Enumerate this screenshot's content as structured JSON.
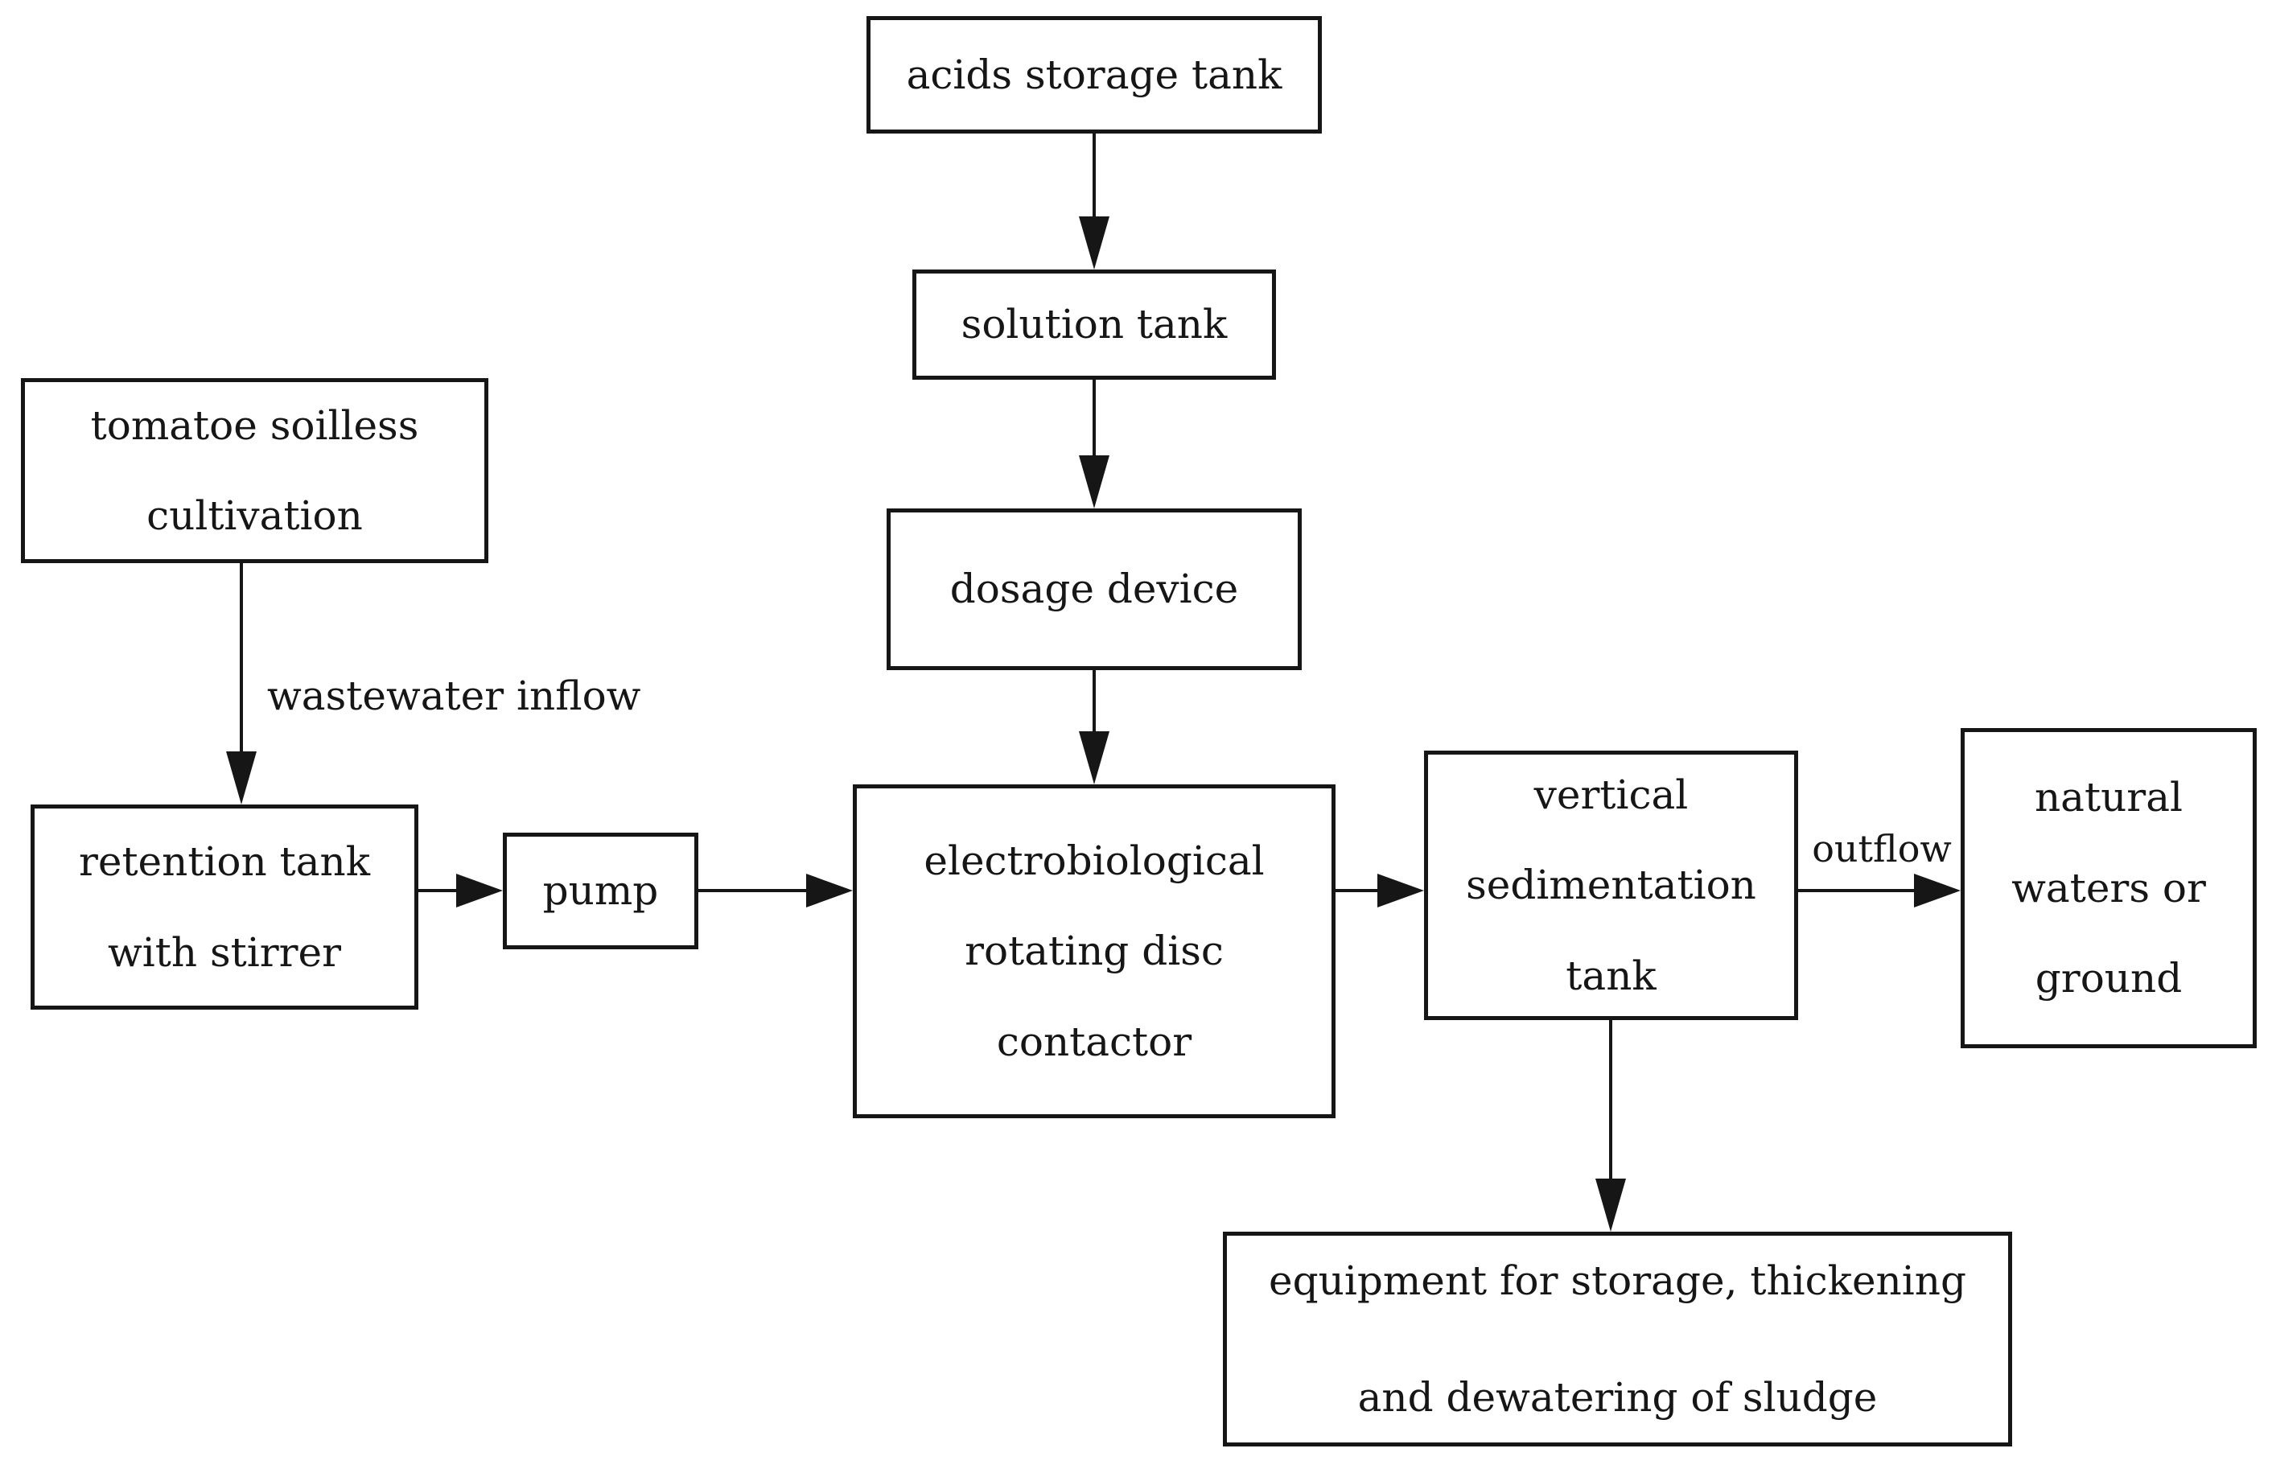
{
  "figure": {
    "type": "flowchart",
    "background_color": "#ffffff",
    "line_color": "#161616",
    "text_color": "#161616",
    "nodes": {
      "acids_storage_tank": {
        "lines": [
          "acids storage tank"
        ]
      },
      "solution_tank": {
        "lines": [
          "solution tank"
        ]
      },
      "dosage_device": {
        "lines": [
          "dosage device"
        ]
      },
      "tomatoe_soilless_cultivation": {
        "lines": [
          "tomatoe soilless",
          "cultivation"
        ]
      },
      "retention_tank_with_stirrer": {
        "lines": [
          "retention tank",
          "with stirrer"
        ]
      },
      "pump": {
        "lines": [
          "pump"
        ]
      },
      "electrobiological_rotating_disc_contactor": {
        "lines": [
          "electrobiological",
          "rotating disc",
          "contactor"
        ]
      },
      "vertical_sedimentation_tank": {
        "lines": [
          "vertical",
          "sedimentation",
          "tank"
        ]
      },
      "natural_waters_or_ground": {
        "lines": [
          "natural",
          "waters or",
          "ground"
        ]
      },
      "equipment_for_sludge": {
        "lines": [
          "equipment for storage, thickening",
          "and dewatering of sludge"
        ]
      }
    },
    "edge_labels": {
      "wastewater_inflow": "wastewater inflow",
      "outflow": "outflow"
    },
    "edges": [
      {
        "from": "acids_storage_tank",
        "to": "solution_tank",
        "direction": "down",
        "label": ""
      },
      {
        "from": "solution_tank",
        "to": "dosage_device",
        "direction": "down",
        "label": ""
      },
      {
        "from": "dosage_device",
        "to": "electrobiological_rotating_disc_contactor",
        "direction": "down",
        "label": ""
      },
      {
        "from": "tomatoe_soilless_cultivation",
        "to": "retention_tank_with_stirrer",
        "direction": "down",
        "label": "wastewater inflow"
      },
      {
        "from": "retention_tank_with_stirrer",
        "to": "pump",
        "direction": "right",
        "label": ""
      },
      {
        "from": "pump",
        "to": "electrobiological_rotating_disc_contactor",
        "direction": "right",
        "label": ""
      },
      {
        "from": "electrobiological_rotating_disc_contactor",
        "to": "vertical_sedimentation_tank",
        "direction": "right",
        "label": ""
      },
      {
        "from": "vertical_sedimentation_tank",
        "to": "natural_waters_or_ground",
        "direction": "right",
        "label": "outflow"
      },
      {
        "from": "vertical_sedimentation_tank",
        "to": "equipment_for_sludge",
        "direction": "down",
        "label": ""
      }
    ]
  }
}
